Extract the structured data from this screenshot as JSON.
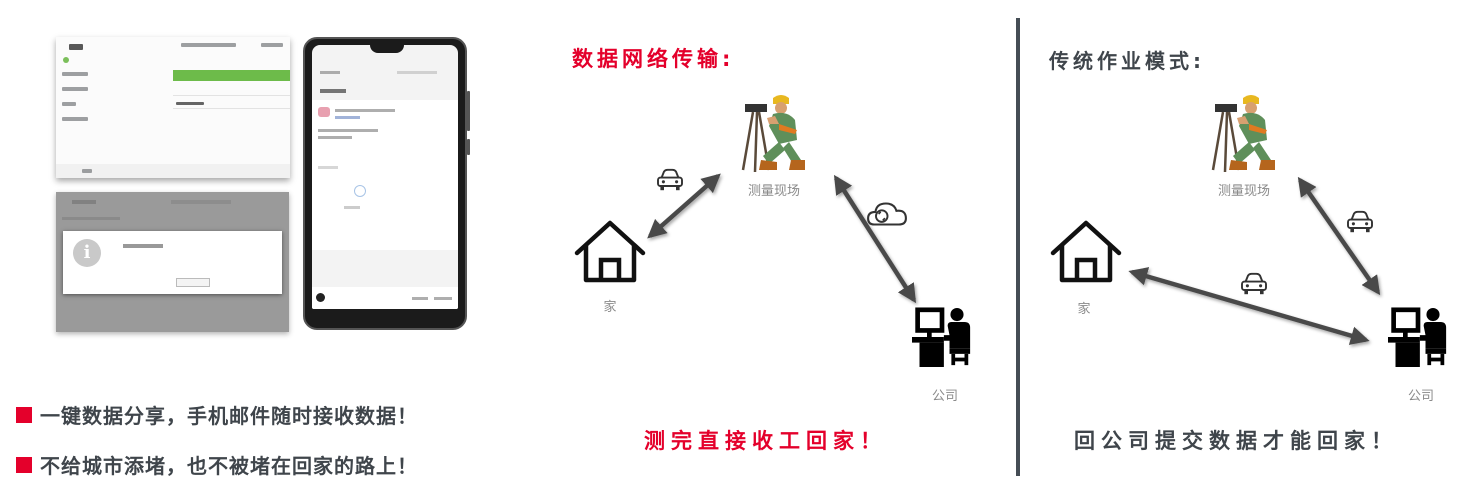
{
  "left_panel": {
    "screenshots": [
      {
        "name": "instrument-settings-screen",
        "highlight_color": "#6dbb4a"
      },
      {
        "name": "instrument-dialog-screen"
      },
      {
        "name": "phone-email-screen"
      }
    ],
    "bullets": [
      {
        "text": "一键数据分享，手机邮件随时接收数据！"
      },
      {
        "text": "不给城市添堵，也不被堵在回家的路上！"
      }
    ]
  },
  "network_panel": {
    "title": "数据网络传输:",
    "nodes": {
      "site": "测量现场",
      "home": "家",
      "office": "公司"
    },
    "links": [
      {
        "from": "home",
        "to": "site",
        "icon": "car-icon",
        "bidirectional": true
      },
      {
        "from": "site",
        "to": "office",
        "icon": "cloud-sync-icon",
        "bidirectional": true
      }
    ],
    "slogan": "测完直接收工回家！"
  },
  "traditional_panel": {
    "title": "传统作业模式:",
    "nodes": {
      "site": "测量现场",
      "home": "家",
      "office": "公司"
    },
    "links": [
      {
        "from": "site",
        "to": "office",
        "icon": "car-icon",
        "bidirectional": true
      },
      {
        "from": "home",
        "to": "office",
        "icon": "car-icon",
        "bidirectional": true
      }
    ],
    "slogan": "回公司提交数据才能回家！"
  },
  "colors": {
    "accent_red": "#e4002b",
    "text_dark": "#3f454b",
    "arrow": "#4a4a4a",
    "divider": "#454d55"
  }
}
